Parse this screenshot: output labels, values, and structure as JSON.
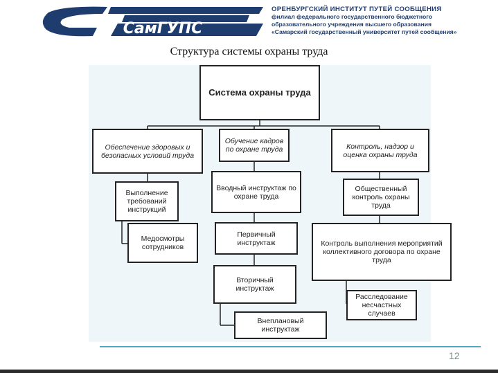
{
  "header": {
    "logo_text": "СамГУПС",
    "institute_lines": [
      "ОРЕНБУРГСКИЙ ИНСТИТУТ ПУТЕЙ СООБЩЕНИЯ",
      "филиал федерального государственного бюджетного",
      "образовательного учреждения высшего образования",
      "«Самарский государственный университет путей сообщения»"
    ],
    "brand_color": "#1f3c6e"
  },
  "slide": {
    "title": "Структура системы охраны труда",
    "page_number": "12"
  },
  "diagram": {
    "root": "Система охраны труда",
    "columns": [
      {
        "header": "Обеспечение здоровых и безопасных условий труда",
        "items": [
          "Выполнение требований инструкций",
          "Медосмотры сотрудников"
        ]
      },
      {
        "header": "Обучение кадров по охране труда",
        "items": [
          "Вводный инструктаж по охране труда",
          "Первичный инструктаж",
          "Вторичный инструктаж",
          "Внеплановый инструктаж"
        ]
      },
      {
        "header": "Контроль, надзор и оценка охраны труда",
        "items": [
          "Общественный контроль охраны труда",
          "Контроль выполнения мероприятий коллективного договора по охране труда",
          "Расследование несчастных случаев"
        ]
      }
    ]
  }
}
